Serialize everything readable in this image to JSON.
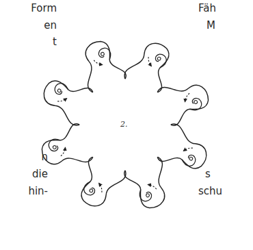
{
  "diagram": {
    "labels": [
      "Form",
      "en",
      "t",
      "Fäh",
      "M",
      "2.",
      "n",
      "die",
      "hin-",
      "s",
      "schu"
    ]
  }
}
